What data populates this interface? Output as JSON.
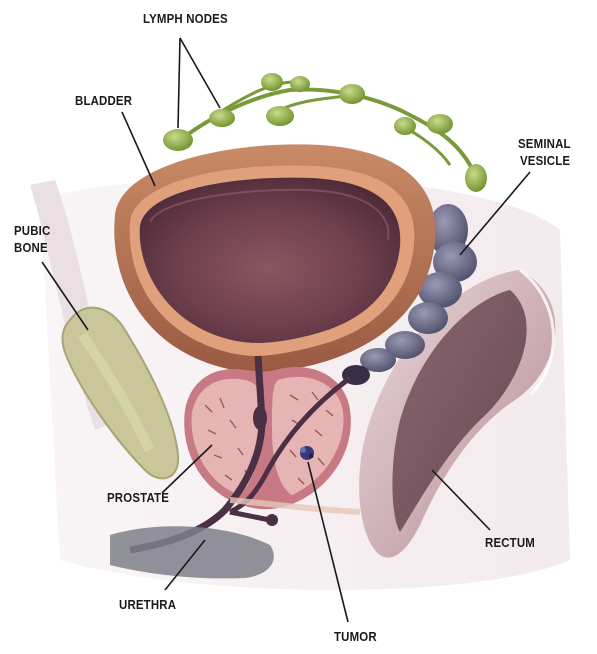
{
  "labels": {
    "lymph_nodes": "LYMPH NODES",
    "bladder": "BLADDER",
    "seminal_vesicle_line1": "SEMINAL",
    "seminal_vesicle_line2": "VESICLE",
    "pubic_bone_line1": "PUBIC",
    "pubic_bone_line2": "BONE",
    "prostate": "PROSTATE",
    "rectum": "RECTUM",
    "urethra": "URETHRA",
    "tumor": "TUMOR"
  },
  "colors": {
    "bladder_wall": "#b9714f",
    "bladder_inner": "#6e3f4d",
    "prostate": "#e7b4b4",
    "lymph": "#8fae4a",
    "vesicle": "#6b6b8c",
    "rectum": "#9c7a82",
    "bone": "#c9c79a",
    "tumor": "#3a3a7a"
  }
}
